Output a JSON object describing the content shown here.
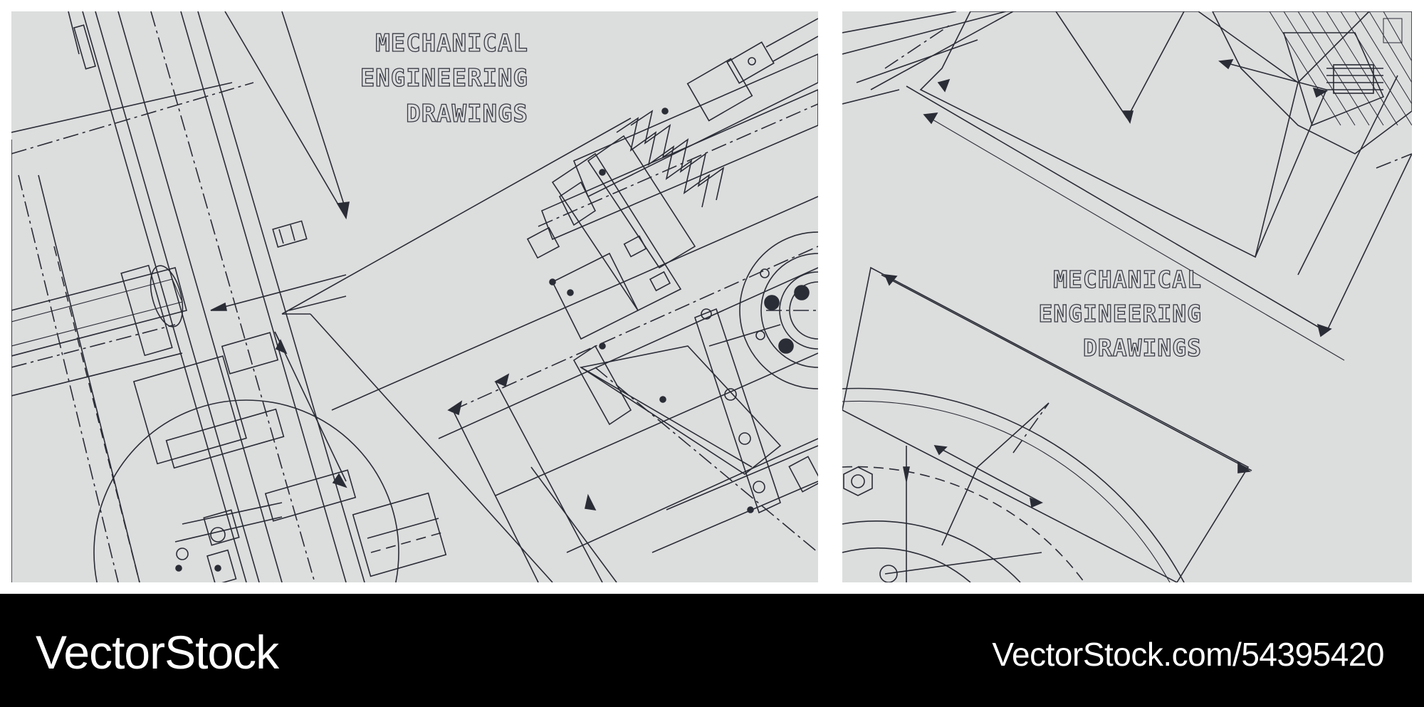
{
  "panels": {
    "left": {
      "title_lines": [
        "MECHANICAL",
        "ENGINEERING",
        "DRAWINGS"
      ]
    },
    "right": {
      "title_lines": [
        "MECHANICAL",
        "ENGINEERING",
        "DRAWINGS"
      ]
    }
  },
  "footer": {
    "brand": "VectorStock",
    "url": "VectorStock.com/54395420"
  },
  "colors": {
    "paper": "#dcdddd",
    "ink": "#2a2c36",
    "footer_bg": "#000000",
    "footer_text": "#ffffff"
  }
}
